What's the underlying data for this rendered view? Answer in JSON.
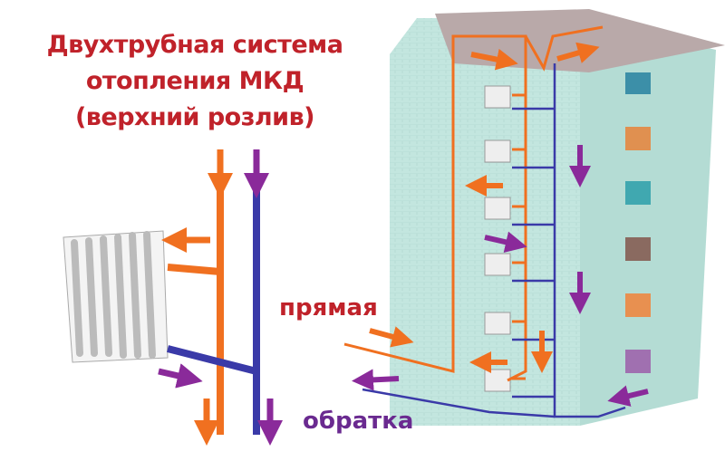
{
  "title": {
    "line1": "Двухтрубная система",
    "line2": "отопления МКД",
    "line3": "(верхний розлив)"
  },
  "labels": {
    "supply": "прямая",
    "return": "обратка"
  },
  "colors": {
    "title": "#c0222a",
    "supply_pipe": "#f07020",
    "return_pipe": "#3a3aa8",
    "return_arrow": "#8a2a9a",
    "building": "#bfe3dc"
  }
}
